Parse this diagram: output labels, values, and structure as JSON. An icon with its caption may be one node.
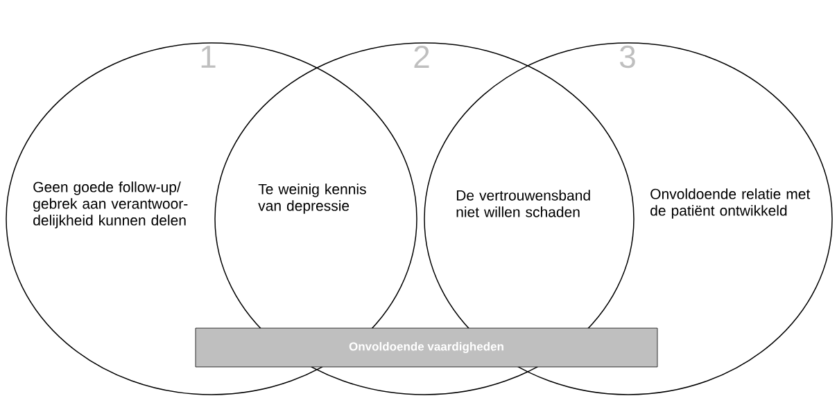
{
  "diagram": {
    "nodes": [
      {
        "text": [
          "1",
          "Geen goede follow-up/ gebrek aan verantwoor-delijkheid kunnen delen"
        ]
      },
      {
        "text": [
          "2"
        ]
      },
      {
        "text": [
          "3",
          "Onvoldoende relatie met de patiënt ontwikkeld"
        ]
      },
      {
        "text": [
          "Onvoldoende vaardigheden"
        ]
      }
    ],
    "edges": [],
    "labels": [
      "Te weinig kennis van depressie",
      "De vertrouwensband niet willen schaden"
    ]
  }
}
